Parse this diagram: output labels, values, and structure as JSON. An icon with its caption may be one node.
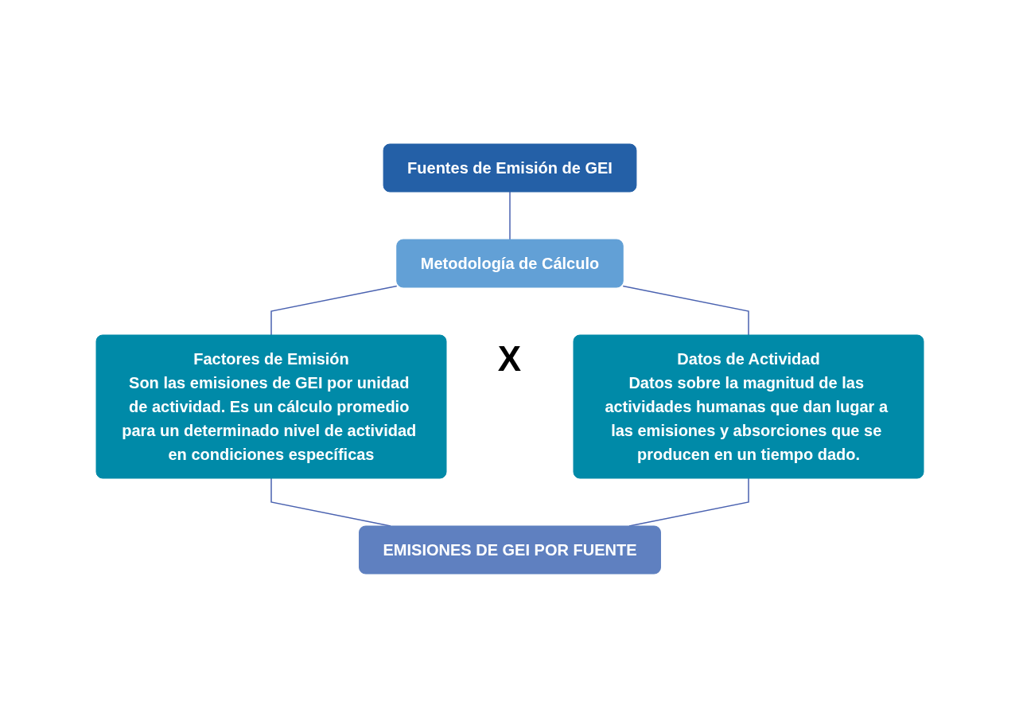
{
  "diagram": {
    "nodes": [
      {
        "text": [
          "Fuentes de Emisión de GEI"
        ]
      },
      {
        "text": [
          "Metodología de Cálculo"
        ]
      },
      {
        "text": [
          "Factores de Emisión",
          "Son las emisiones de GEI por unidad de actividad. Es un cálculo promedio para un determinado nivel de actividad en condiciones específicas"
        ]
      },
      {
        "text": [
          "Datos de Actividad",
          "Datos sobre la magnitud de las actividades humanas que dan lugar a las emisiones y absorciones que se producen en un tiempo dado."
        ]
      },
      {
        "text": [
          "EMISIONES DE GEI POR FUENTE"
        ]
      }
    ],
    "edges": [
      {
        "from": 0,
        "to": 1,
        "arrow": "none"
      },
      {
        "from": 1,
        "to": 2,
        "arrow": "none"
      },
      {
        "from": 1,
        "to": 3,
        "arrow": "none"
      },
      {
        "from": 2,
        "to": 4,
        "arrow": "none"
      },
      {
        "from": 3,
        "to": 4,
        "arrow": "none"
      }
    ],
    "labels": [
      "X"
    ]
  }
}
